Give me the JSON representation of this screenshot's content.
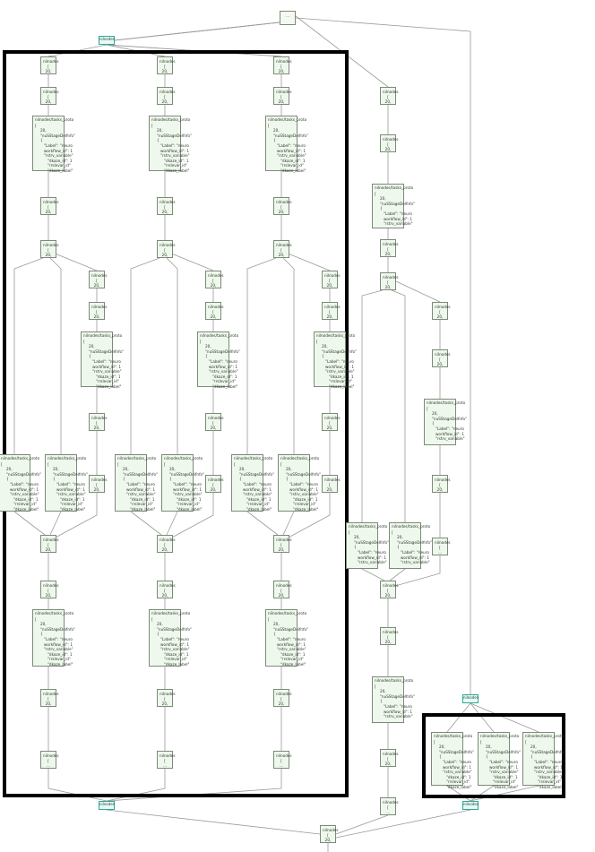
{
  "labels": {
    "root": "...",
    "teal": "nilnodes",
    "group_node": "nilnodes",
    "dots": "...",
    "twenty": "20,",
    "bracket": "[",
    "big_title": "nilnodes/tasks_proto",
    "big_bracket": "[",
    "big_20": "20,",
    "big_ds": "\"nuSStageDelfnfo\"",
    "big_brace": "{",
    "big_label": "\"Label\": \"neuro",
    "big_workflow": "workflow_id\": 1",
    "big_rvar": "\"rstrv_variable\"",
    "big_dkaze": "\"dkaze_id\": 1",
    "big_rsv": "\"rrslevar_id\"",
    "big_tail": "\"dkaze_label\""
  },
  "colors": {
    "node_fill": "#eef8ec",
    "node_border": "#7d8a7a",
    "teal_border": "#2aa996",
    "edge": "#9a9a9a",
    "frame": "#000000"
  }
}
